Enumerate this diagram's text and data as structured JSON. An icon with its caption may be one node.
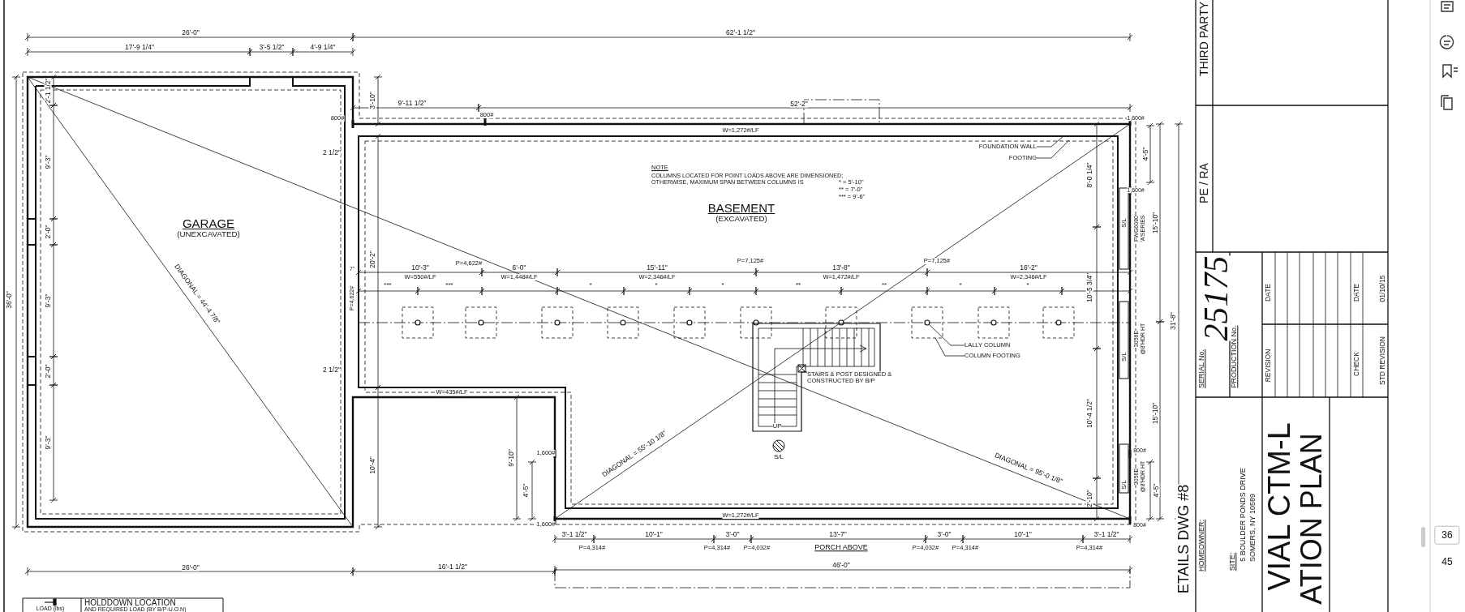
{
  "diagram": {
    "nodes": [
      {
        "text": [
          "GARAGE",
          "(UNEXCAVATED)"
        ]
      },
      {
        "text": [
          "BASEMENT",
          "(EXCAVATED)"
        ]
      },
      {
        "text": [
          "FOUNDATION WALL"
        ]
      },
      {
        "text": [
          "FOOTING"
        ]
      },
      {
        "text": [
          "LALLY COLUMN"
        ]
      },
      {
        "text": [
          "COLUMN FOOTING"
        ]
      },
      {
        "text": [],
        "shape": "box"
      },
      {
        "text": [],
        "shape": "circle",
        "in": 6
      }
    ],
    "edges": [
      {
        "from": 2,
        "to": null,
        "arrow": "none"
      },
      {
        "from": 3,
        "to": null,
        "arrow": "none"
      },
      {
        "from": 4,
        "to": 7,
        "arrow": "none"
      },
      {
        "from": 5,
        "to": 6,
        "arrow": "none"
      }
    ],
    "labels": [
      "26'-0\"",
      "17'-9 1/4\"",
      "3'-5 1/2\"",
      "4'-9 1/4\"",
      "62'-1 1/2\"",
      "3'-10\"",
      "9'-11 1/2\"",
      "800#",
      "800#",
      "52'-2\"",
      "W=1,272#/LF",
      "NOTE",
      "COLUMNS LOCATED FOR POINT LOADS ABOVE ARE DIMENSIONED; OTHERWISE, MAXIMUM SPAN BETWEEN COLUMNS IS",
      "* = 5'-10\"",
      "** = 7'-0\"",
      "*** = 9'-6\"",
      "10'-3\"",
      "W=550#/LF",
      "P=4,622#",
      "6'-0\"",
      "W=1,448#/LF",
      "15'-11\"",
      "W=2,346#/LF",
      "P=7,125#",
      "13'-8\"",
      "W=1,472#/LF",
      "P=7,125#",
      "16'-2\"",
      "W=2,346#/LF",
      "***",
      "***",
      "*",
      "*",
      "*",
      "**",
      "**",
      "*",
      "*",
      "20'-2\"",
      "7\"",
      "P=4,622#",
      "2 1/2\"",
      "2 1/2\"",
      "36'-0\"",
      "2'-1 1/2\"",
      "9'-3\"",
      "2'-0\"",
      "9'-3\"",
      "2'-0\"",
      "9'-3\"",
      "DIAGONAL = 44'-4 7/8\"",
      "W=435#/LF",
      "10'-4\"",
      "9'-10\"",
      "4'-5\"",
      "1,600#",
      "1,600#",
      "STAIRS & POST DESIGNED & CONSTRUCTED BY B/P",
      "UP",
      "S/L",
      "DIAGONAL = 55'-10 1/8\"",
      "DIAGONAL = 95'-0 1/8\"",
      "W=1,272#/LF",
      "3'-1 1/2\"",
      "10'-1\"",
      "3'-0\"",
      "13'-7\"",
      "3'-0\"",
      "10'-1\"",
      "3'-1 1/2\"",
      "P=4,314#",
      "P=4,314#",
      "P=4,032#",
      "PORCH ABOVE",
      "P=4,032#",
      "P=4,314#",
      "P=4,314#",
      "46'-0\"",
      "26'-0\"",
      "16'-1 1/2\"",
      "8'-0 1/4\"",
      "S/L",
      "10'-5 3/4\"",
      "S/L",
      "10'-4 1/2\"",
      "S/L",
      "2'-10\"",
      "1,600#",
      "4'-5\"",
      "1,600#",
      "FWG6080",
      "'A'SERIES",
      "3056E",
      "@8'HDR HT",
      "15'-10\"",
      "31'-8\"",
      "15'-10\"",
      "800#",
      "3056E",
      "@8'HDR HT",
      "4'-5\"",
      "800#",
      "ETAILS DWG #8",
      "THIRD PARTY",
      "PE / RA",
      "SERIAL No.",
      "25175",
      "PRODUCTION No.",
      "REVISION",
      "DATE",
      "CHECK",
      "DATE",
      "STD REVISION",
      "01/10/15",
      "HOMEOWNER:",
      "SITE:",
      "5 BOULDER PONDS DRIVE",
      "SOMERS, NY 10589",
      "VIAL CTM-L",
      "ATION PLAN",
      "LOAD (lbs)",
      "HOLDDOWN LOCATION",
      "AND REQUIRED LOAD (BY B/P-U.O.N)",
      "36",
      "45"
    ]
  }
}
